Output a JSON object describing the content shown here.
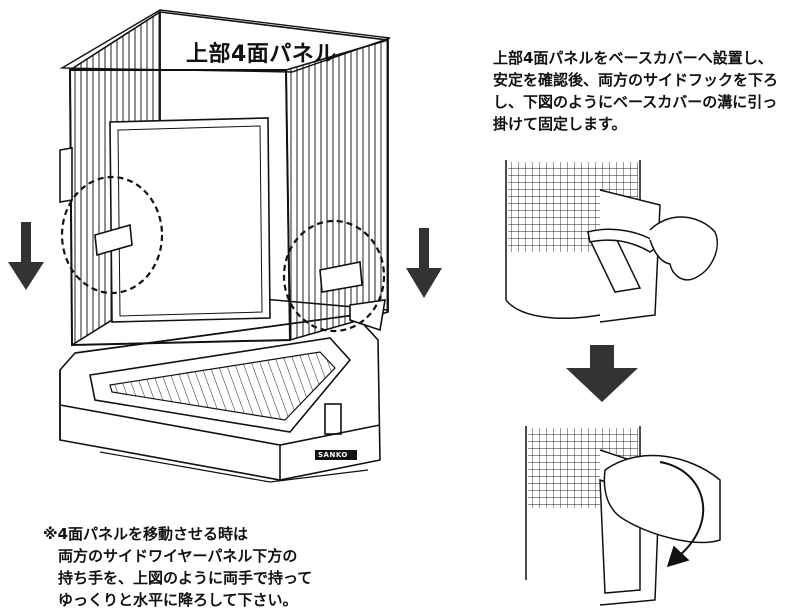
{
  "diagram": {
    "top_panel_label": "上部4面パネル",
    "instruction_lines": [
      "上部4面パネルをベースカバーへ設置し、",
      "安定を確認後、両方のサイドフックを下ろ",
      "し、下図のようにベースカバーの溝に引っ",
      "掛けて固定します。"
    ],
    "note_lines": [
      "※4面パネルを移動させる時は",
      "両方のサイドワイヤーパネル下方の",
      "持ち手を、上図のように両手で持って",
      "ゆっくりと水平に降ろして下さい。"
    ],
    "brand_label": "SANKO",
    "colors": {
      "line": "#111111",
      "arrow": "#333333",
      "background": "#ffffff"
    }
  }
}
